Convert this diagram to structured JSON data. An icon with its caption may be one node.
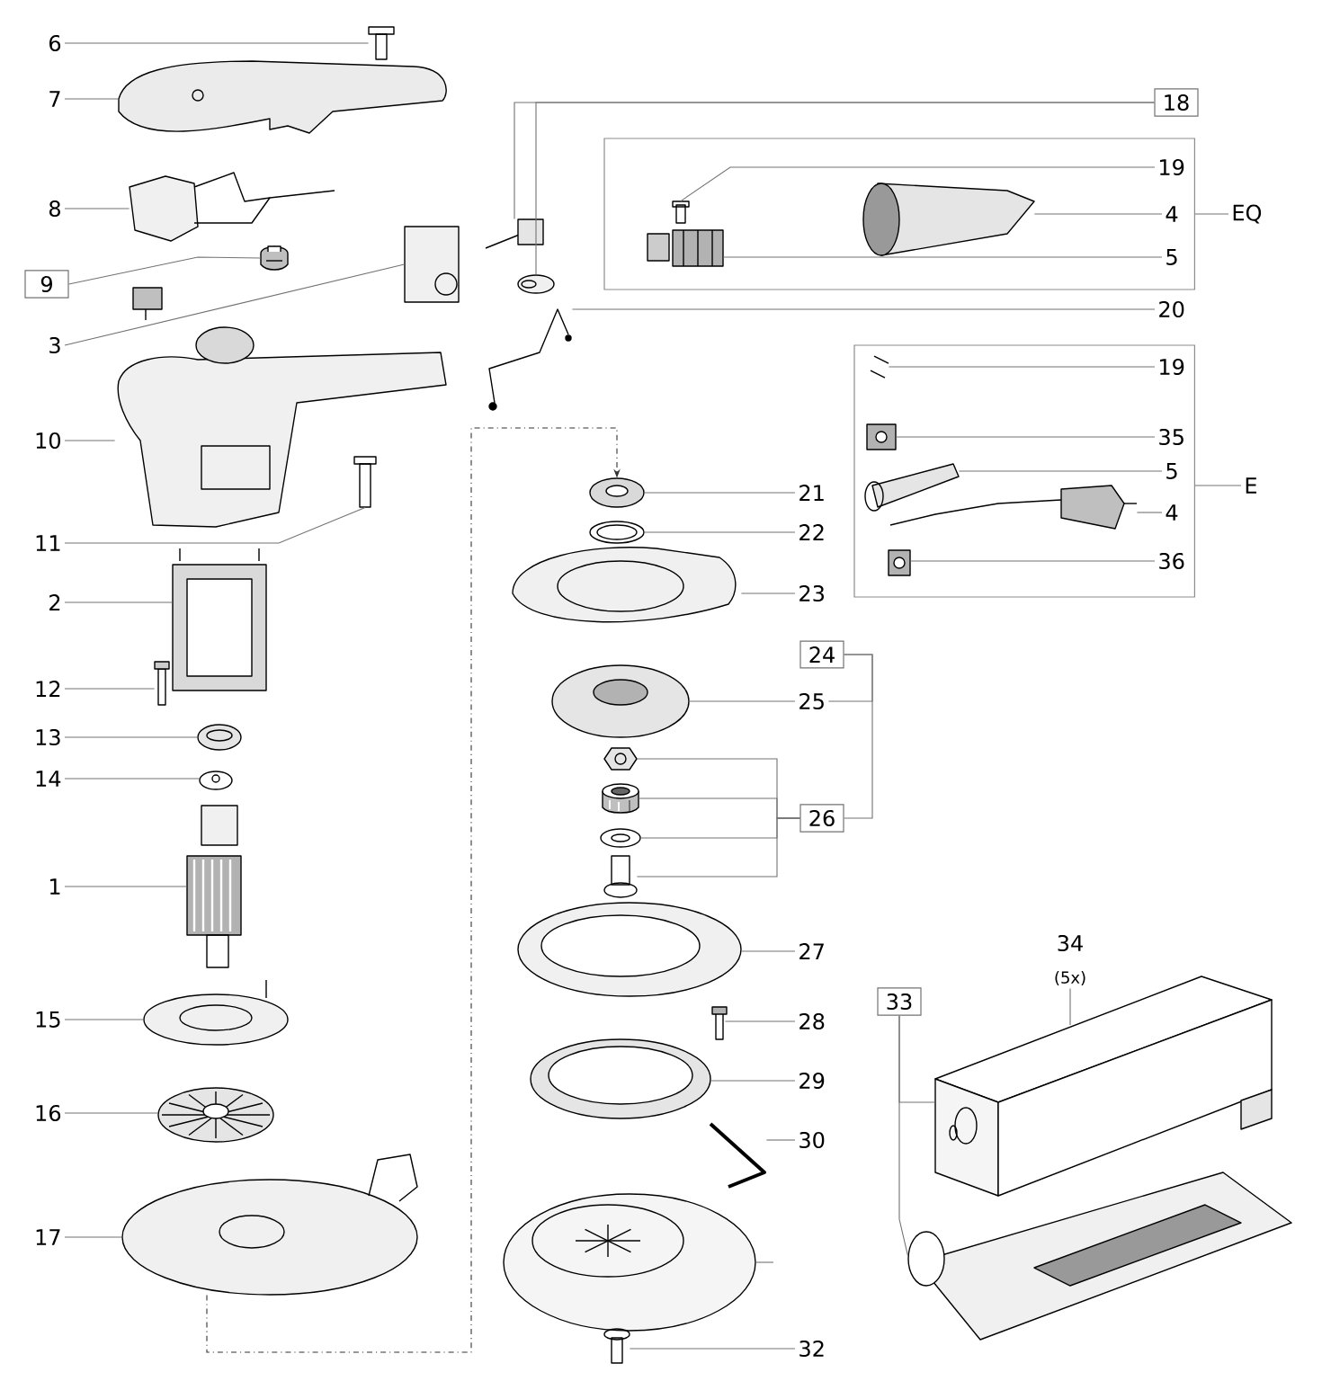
{
  "diagram": {
    "nodes": [
      {
        "text": [
          "6"
        ]
      },
      {
        "text": [
          "7"
        ]
      },
      {
        "text": [
          "8"
        ]
      },
      {
        "text": [
          "9"
        ]
      },
      {
        "text": [
          "3"
        ]
      },
      {
        "text": [
          "10"
        ]
      },
      {
        "text": [
          "11"
        ]
      },
      {
        "text": [
          "2"
        ]
      },
      {
        "text": [
          "12"
        ]
      },
      {
        "text": [
          "13"
        ]
      },
      {
        "text": [
          "14"
        ]
      },
      {
        "text": [
          "1"
        ]
      },
      {
        "text": [
          "15"
        ]
      },
      {
        "text": [
          "16"
        ]
      },
      {
        "text": [
          "17"
        ]
      },
      {
        "text": [
          "18"
        ]
      },
      {
        "text": [],
        "shape": "box"
      },
      {
        "text": [
          "19"
        ],
        "in": 16
      },
      {
        "text": [
          "4"
        ],
        "in": 16
      },
      {
        "text": [
          "5"
        ],
        "in": 16
      },
      {
        "text": [
          "EQ"
        ]
      },
      {
        "text": [
          "20"
        ]
      },
      {
        "text": [],
        "shape": "box"
      },
      {
        "text": [
          "19"
        ],
        "in": 22
      },
      {
        "text": [
          "35"
        ],
        "in": 22
      },
      {
        "text": [
          "5"
        ],
        "in": 22
      },
      {
        "text": [
          "4"
        ],
        "in": 22
      },
      {
        "text": [
          "36"
        ],
        "in": 22
      },
      {
        "text": [
          "E"
        ]
      },
      {
        "text": [
          "21"
        ]
      },
      {
        "text": [
          "22"
        ]
      },
      {
        "text": [
          "23"
        ]
      },
      {
        "text": [
          "24"
        ]
      },
      {
        "text": [
          "25"
        ]
      },
      {
        "text": [
          "26"
        ]
      },
      {
        "text": [
          "27"
        ]
      },
      {
        "text": [
          "28"
        ]
      },
      {
        "text": [
          "29"
        ]
      },
      {
        "text": [
          "30"
        ]
      },
      {
        "text": [
          "32"
        ]
      },
      {
        "text": [
          "33"
        ]
      },
      {
        "text": [
          "34"
        ],
        "beside": [
          "(5x)"
        ]
      },
      {
        "text": [],
        "shape": "picture"
      },
      {
        "text": [],
        "shape": "picture"
      },
      {
        "text": [],
        "shape": "picture"
      },
      {
        "text": [],
        "shape": "picture"
      },
      {
        "text": [],
        "shape": "picture"
      },
      {
        "text": [],
        "shape": "picture"
      },
      {
        "text": [],
        "shape": "picture"
      },
      {
        "text": [],
        "shape": "picture"
      },
      {
        "text": [],
        "shape": "picture"
      },
      {
        "text": [],
        "shape": "picture"
      },
      {
        "text": [],
        "shape": "picture"
      },
      {
        "text": [],
        "shape": "picture"
      },
      {
        "text": [],
        "shape": "picture"
      },
      {
        "text": [],
        "shape": "picture"
      },
      {
        "text": [],
        "shape": "picture"
      },
      {
        "text": [],
        "shape": "picture"
      },
      {
        "text": [],
        "shape": "picture"
      },
      {
        "text": [],
        "shape": "picture"
      },
      {
        "text": [],
        "shape": "picture"
      },
      {
        "text": [],
        "shape": "picture",
        "in": 16
      },
      {
        "text": [],
        "shape": "picture",
        "in": 16
      },
      {
        "text": [],
        "shape": "picture",
        "in": 16
      },
      {
        "text": [],
        "shape": "picture",
        "in": 22
      },
      {
        "text": [],
        "shape": "picture",
        "in": 22
      },
      {
        "text": [],
        "shape": "picture",
        "in": 22
      },
      {
        "text": [],
        "shape": "picture",
        "in": 22
      },
      {
        "text": [],
        "shape": "picture",
        "in": 22
      },
      {
        "text": [],
        "shape": "picture"
      },
      {
        "text": [],
        "shape": "picture"
      },
      {
        "text": [],
        "shape": "picture"
      },
      {
        "text": [],
        "shape": "picture"
      },
      {
        "text": [],
        "shape": "picture"
      },
      {
        "text": [],
        "shape": "picture"
      },
      {
        "text": [],
        "shape": "picture"
      },
      {
        "text": [],
        "shape": "picture"
      },
      {
        "text": [],
        "shape": "picture"
      },
      {
        "text": [],
        "shape": "picture"
      },
      {
        "text": [],
        "shape": "picture"
      },
      {
        "text": [],
        "shape": "picture"
      },
      {
        "text": [],
        "shape": "picture"
      },
      {
        "text": [],
        "shape": "picture"
      },
      {
        "text": [],
        "shape": "picture"
      },
      {
        "text": [],
        "shape": "picture"
      }
    ],
    "edges": [
      {
        "from": 0,
        "to": 42,
        "arrow": "none"
      },
      {
        "from": 1,
        "to": 43,
        "arrow": "none"
      },
      {
        "from": 2,
        "to": 44,
        "arrow": "none"
      },
      {
        "from": 3,
        "to": 45,
        "arrow": "none"
      },
      {
        "from": 4,
        "to": 47,
        "arrow": "none"
      },
      {
        "from": 5,
        "to": 48,
        "arrow": "none"
      },
      {
        "from": 6,
        "to": 49,
        "arrow": "none"
      },
      {
        "from": 7,
        "to": 50,
        "arrow": "none"
      },
      {
        "from": 8,
        "to": 51,
        "arrow": "none"
      },
      {
        "from": 9,
        "to": 52,
        "arrow": "none"
      },
      {
        "from": 10,
        "to": 53,
        "arrow": "none"
      },
      {
        "from": 11,
        "to": 54,
        "arrow": "none"
      },
      {
        "from": 12,
        "to": 55,
        "arrow": "none"
      },
      {
        "from": 13,
        "to": 56,
        "arrow": "none"
      },
      {
        "from": 14,
        "to": 57,
        "arrow": "none"
      },
      {
        "from": 15,
        "to": 58,
        "arrow": "none"
      },
      {
        "from": 15,
        "to": 59,
        "arrow": "none"
      },
      {
        "from": 17,
        "to": 61,
        "arrow": "none"
      },
      {
        "from": 18,
        "to": 63,
        "arrow": "none"
      },
      {
        "from": 19,
        "to": 62,
        "arrow": "none"
      },
      {
        "from": 20,
        "to": 16,
        "arrow": "none"
      },
      {
        "from": 21,
        "to": 60,
        "arrow": "none"
      },
      {
        "from": 28,
        "to": 22,
        "arrow": "none"
      },
      {
        "from": 23,
        "to": 64,
        "arrow": "none"
      },
      {
        "from": 24,
        "to": 65,
        "arrow": "none"
      },
      {
        "from": 25,
        "to": 66,
        "arrow": "none"
      },
      {
        "from": 26,
        "to": 67,
        "arrow": "none"
      },
      {
        "from": 27,
        "to": 68,
        "arrow": "none"
      },
      {
        "from": 29,
        "to": 69,
        "arrow": "none"
      },
      {
        "from": 30,
        "to": 70,
        "arrow": "none"
      },
      {
        "from": 31,
        "to": 71,
        "arrow": "none"
      },
      {
        "from": 32,
        "to": 33,
        "arrow": "none"
      },
      {
        "from": 32,
        "to": 34,
        "arrow": "none"
      },
      {
        "from": 33,
        "to": 72,
        "arrow": "none"
      },
      {
        "from": 34,
        "to": 73,
        "arrow": "none"
      },
      {
        "from": 34,
        "to": 74,
        "arrow": "none"
      },
      {
        "from": 34,
        "to": 75,
        "arrow": "none"
      },
      {
        "from": 34,
        "to": 76,
        "arrow": "none"
      },
      {
        "from": 35,
        "to": 77,
        "arrow": "none"
      },
      {
        "from": 36,
        "to": 78,
        "arrow": "none"
      },
      {
        "from": 37,
        "to": 79,
        "arrow": "none"
      },
      {
        "from": 38,
        "to": 80,
        "arrow": "none"
      },
      {
        "from": 39,
        "to": 82,
        "arrow": "none"
      },
      {
        "from": 40,
        "to": 83,
        "arrow": "none"
      },
      {
        "from": 40,
        "to": 84,
        "arrow": "none"
      },
      {
        "from": 41,
        "to": 83,
        "arrow": "none"
      },
      {
        "from": 57,
        "to": 69,
        "arrow": "to",
        "style": "dashed"
      },
      {
        "from": 81,
        "to": null,
        "arrow": "none"
      }
    ]
  }
}
